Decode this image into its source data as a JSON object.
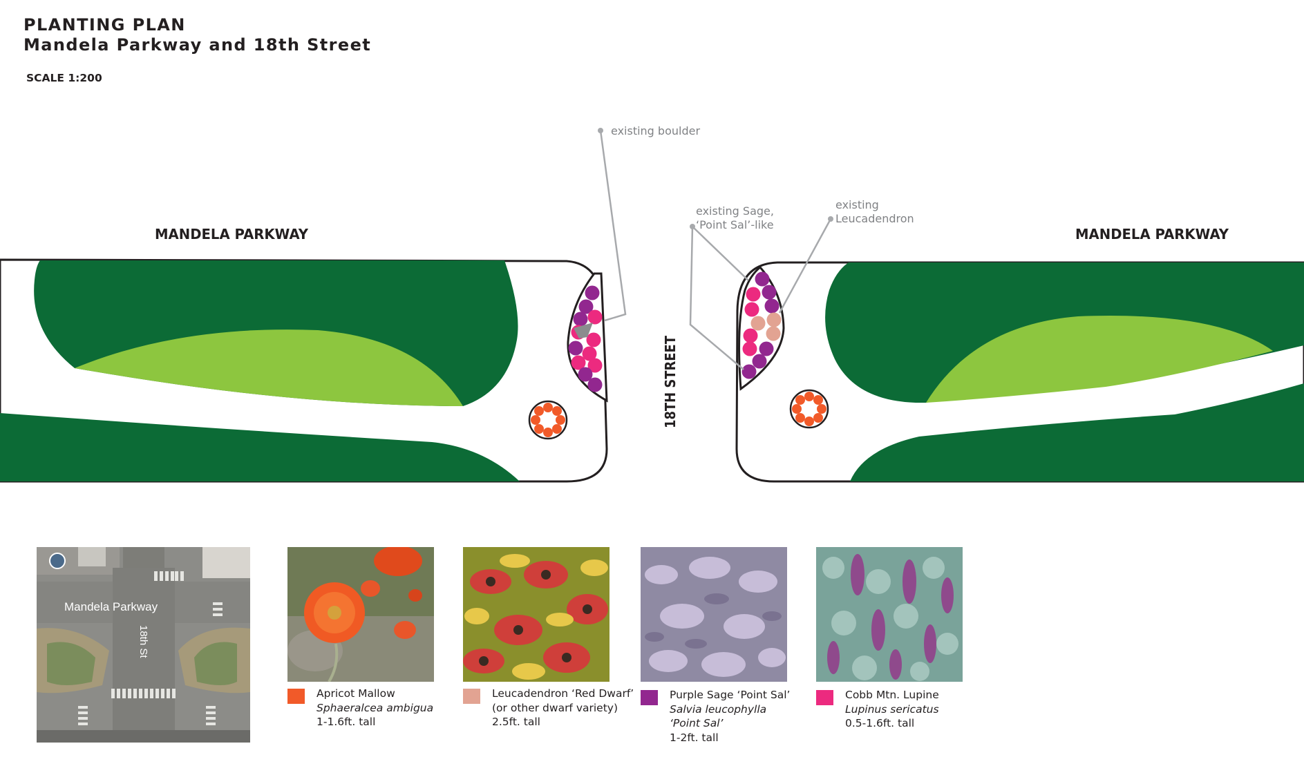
{
  "header": {
    "title_line1": "PLANTING PLAN",
    "title_line2": "Mandela Parkway and 18th Street",
    "scale": "SCALE 1:200"
  },
  "plan": {
    "street_left": "MANDELA PARKWAY",
    "street_right": "MANDELA PARKWAY",
    "cross_street": "18TH STREET",
    "callout_boulder": "existing boulder",
    "callout_sage_line1": "existing Sage,",
    "callout_sage_line2": "‘Point Sal’-like",
    "callout_leuc_line1": "existing",
    "callout_leuc_line2": "Leucadendron"
  },
  "aerial": {
    "label_parkway": "Mandela Parkway",
    "label_street": "18th St"
  },
  "legend": [
    {
      "color": "#f15a29",
      "common": "Apricot Mallow",
      "latin": "Sphaeralcea ambigua",
      "latin2": "",
      "height": "1-1.6ft. tall"
    },
    {
      "color": "#e2a392",
      "common": "Leucadendron ‘Red Dwarf’",
      "latin": "",
      "latin2": "(or other dwarf variety)",
      "height": "2.5ft. tall"
    },
    {
      "color": "#92278f",
      "common": "Purple Sage ‘Point Sal’",
      "latin": "Salvia leucophylla",
      "latin2": "‘Point Sal’",
      "height": "1-2ft. tall"
    },
    {
      "color": "#ec2a7f",
      "common": "Cobb Mtn. Lupine",
      "latin": "Lupinus sericatus",
      "latin2": "",
      "height": "0.5-1.6ft. tall"
    }
  ],
  "colors": {
    "dark_green": "#0c6b36",
    "light_green": "#8dc63f",
    "orange": "#f15a29",
    "salmon": "#e2a392",
    "purple": "#92278f",
    "pink": "#ec2a7f",
    "leader_gray": "#a7a9ac"
  }
}
